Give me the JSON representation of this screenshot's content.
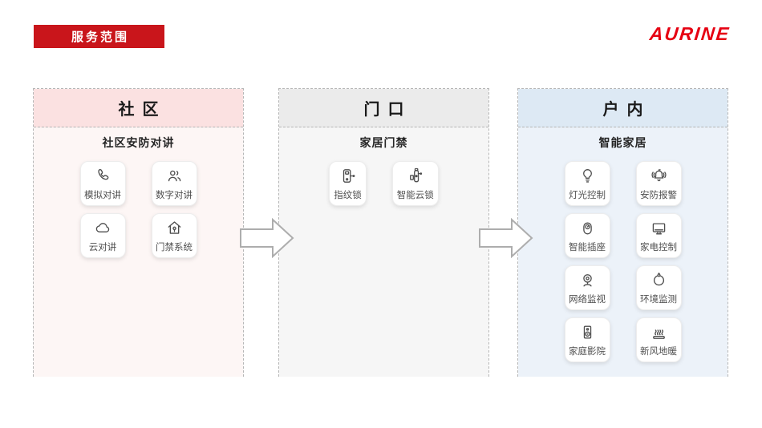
{
  "banner": {
    "label": "服务范围",
    "bg_color": "#c9151b",
    "text_color": "#ffffff"
  },
  "logo": {
    "text": "AURINE",
    "color": "#e60012"
  },
  "arrow": {
    "fill": "#ffffff",
    "stroke": "#adadad"
  },
  "columns": [
    {
      "id": "community",
      "title": "社区",
      "subtitle": "社区安防对讲",
      "header_bg": "#fbe1e1",
      "body_bg": "#fdf6f5",
      "items": [
        {
          "label": "模拟对讲",
          "icon": "phone-icon"
        },
        {
          "label": "数字对讲",
          "icon": "users-icon"
        },
        {
          "label": "云对讲",
          "icon": "cloud-icon"
        },
        {
          "label": "门禁系统",
          "icon": "home-lock-icon"
        }
      ]
    },
    {
      "id": "entrance",
      "title": "门口",
      "subtitle": "家居门禁",
      "header_bg": "#ebebeb",
      "body_bg": "#f6f6f6",
      "items": [
        {
          "label": "指纹锁",
          "icon": "door-lock-icon"
        },
        {
          "label": "智能云锁",
          "icon": "smart-lock-icon"
        }
      ]
    },
    {
      "id": "indoor",
      "title": "户内",
      "subtitle": "智能家居",
      "header_bg": "#dde9f4",
      "body_bg": "#ecf2f9",
      "items": [
        {
          "label": "灯光控制",
          "icon": "bulb-icon"
        },
        {
          "label": "安防报警",
          "icon": "alarm-bell-icon"
        },
        {
          "label": "智能插座",
          "icon": "socket-icon"
        },
        {
          "label": "家电控制",
          "icon": "tv-icon"
        },
        {
          "label": "网络监视",
          "icon": "webcam-icon"
        },
        {
          "label": "环境监测",
          "icon": "droplet-icon"
        },
        {
          "label": "家庭影院",
          "icon": "speaker-icon"
        },
        {
          "label": "新风地暖",
          "icon": "heating-icon"
        }
      ]
    }
  ]
}
